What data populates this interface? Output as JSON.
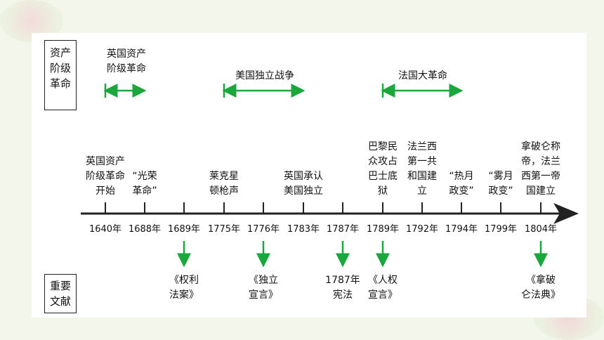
{
  "side_labels": {
    "revolution": "资产\n阶级\n革命",
    "documents": "重要\n文献"
  },
  "spans": [
    {
      "label": "英国资产\n阶级革命"
    },
    {
      "label": "美国独立战争"
    },
    {
      "label": "法国大革命"
    }
  ],
  "timeline": {
    "years": [
      "1640年",
      "1688年",
      "1689年",
      "1775年",
      "1776年",
      "1783年",
      "1787年",
      "1789年",
      "1792年",
      "1794年",
      "1799年",
      "1804年"
    ],
    "events": [
      {
        "year": "1640年",
        "text": "英国资产\n阶级革命\n开始"
      },
      {
        "year": "1688年",
        "text": "“光荣\n革命”"
      },
      {
        "year": "1775年",
        "text": "莱克星\n顿枪声"
      },
      {
        "year": "1783年",
        "text": "英国承认\n美国独立"
      },
      {
        "year": "1789年",
        "text": "巴黎民\n众攻占\n巴士底\n狱"
      },
      {
        "year": "1792年",
        "text": "法兰西\n第一共\n和国建\n立"
      },
      {
        "year": "1794年",
        "text": "“热月\n政变”"
      },
      {
        "year": "1799年",
        "text": "“雾月\n政变”"
      },
      {
        "year": "1804年",
        "text": "拿破仑称\n帝，法兰\n西第一帝\n国建立"
      }
    ],
    "documents": [
      {
        "year": "1689年",
        "text": "《权利\n法案》"
      },
      {
        "year": "1776年",
        "text": "《独立\n宣言》"
      },
      {
        "year": "1787年",
        "text": "1787年\n宪法"
      },
      {
        "year": "1789年",
        "text": "《人权\n宣言》"
      },
      {
        "year": "1804年",
        "text": "《拿破\n仑法典》"
      }
    ]
  },
  "colors": {
    "arrow": "#1aa83c",
    "axis": "#222222"
  }
}
